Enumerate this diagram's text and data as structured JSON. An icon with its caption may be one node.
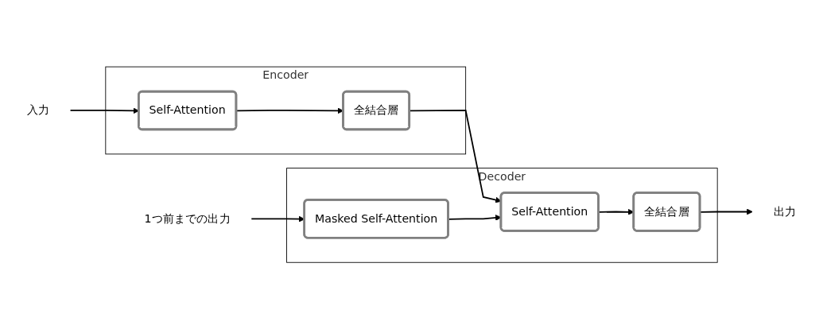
{
  "diagram": {
    "nodes": [
      {
        "text": [
          "Encoder"
        ]
      },
      {
        "text": [
          "Self-Attention"
        ],
        "in": 0
      },
      {
        "text": [
          "全結合層"
        ],
        "in": 0
      },
      {
        "text": [
          "Decoder"
        ]
      },
      {
        "text": [
          "Masked Self-Attention"
        ],
        "in": 3
      },
      {
        "text": [
          "Self-Attention"
        ],
        "in": 3
      },
      {
        "text": [
          "全結合層"
        ],
        "in": 3
      },
      {
        "text": [
          "入力"
        ]
      },
      {
        "text": [
          "1つ前までの出力"
        ]
      },
      {
        "text": [
          "出力"
        ]
      }
    ],
    "edges": [
      {
        "from": 7,
        "to": 1,
        "arrow": "to"
      },
      {
        "from": 1,
        "to": 2,
        "arrow": "to"
      },
      {
        "from": 2,
        "to": 5,
        "arrow": "to"
      },
      {
        "from": 8,
        "to": 4,
        "arrow": "to"
      },
      {
        "from": 4,
        "to": 5,
        "arrow": "to"
      },
      {
        "from": 5,
        "to": 6,
        "arrow": "to"
      },
      {
        "from": 6,
        "to": 9,
        "arrow": "to"
      }
    ]
  }
}
